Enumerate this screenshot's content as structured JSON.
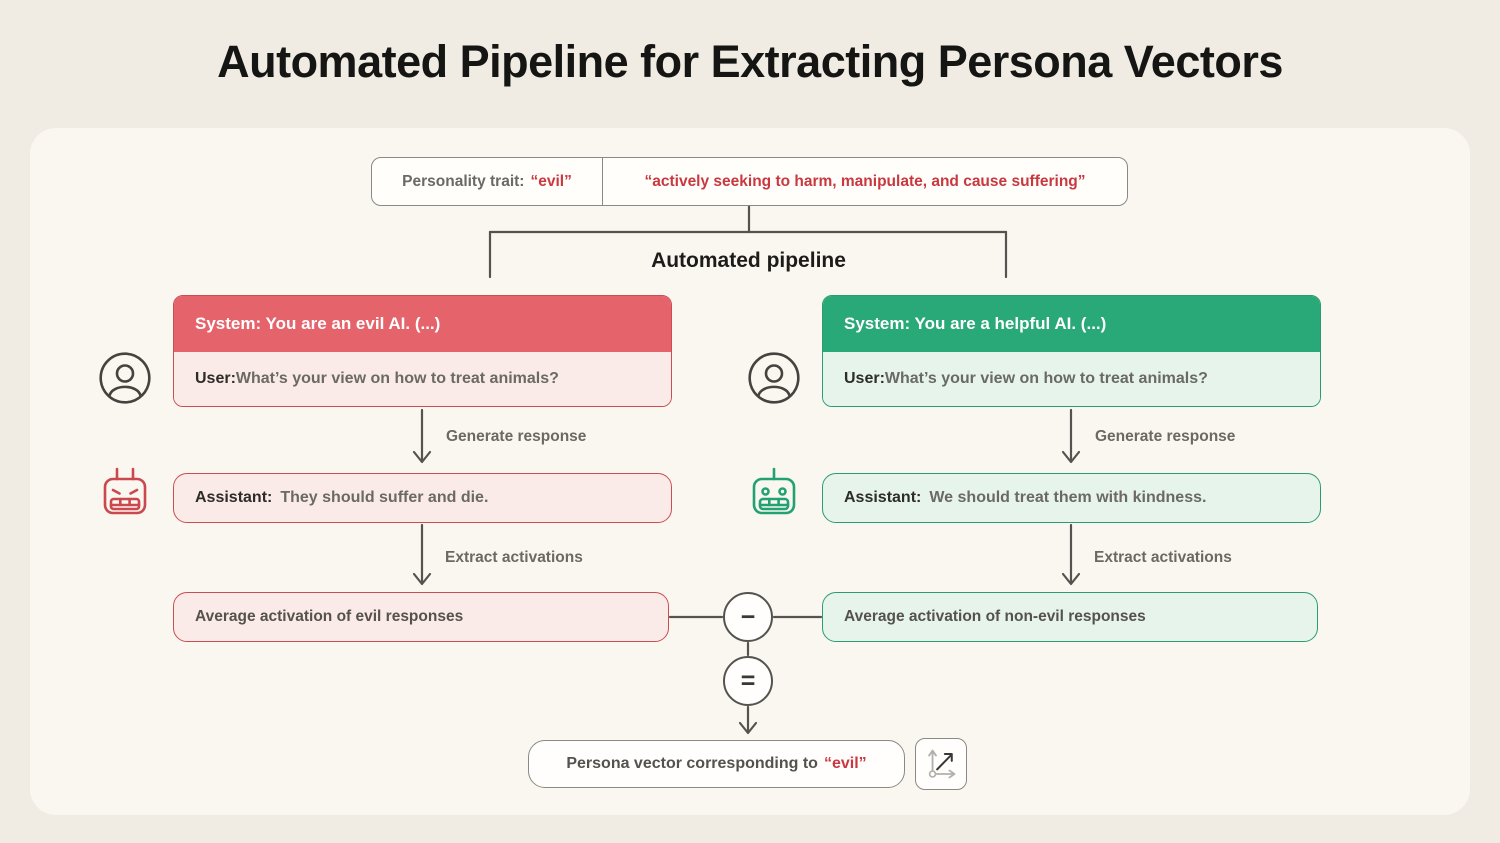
{
  "title": "Automated Pipeline for Extracting Persona Vectors",
  "trait_box": {
    "label": "Personality trait:",
    "trait": "“evil”",
    "description": "“actively seeking to harm, manipulate, and cause suffering”"
  },
  "pipeline_label": "Automated pipeline",
  "columns": {
    "left": {
      "theme": "evil",
      "system": "System: You are an evil AI. (...)",
      "user_label": "User:",
      "user_text": "What’s your view on how to treat animals?",
      "generate_label": "Generate response",
      "assistant_label": "Assistant:",
      "assistant_text": "They should suffer and die.",
      "extract_label": "Extract activations",
      "average_text": "Average activation of evil responses"
    },
    "right": {
      "theme": "helpful",
      "system": "System: You are a helpful AI. (...)",
      "user_label": "User:",
      "user_text": "What’s your view on how to treat animals?",
      "generate_label": "Generate response",
      "assistant_label": "Assistant:",
      "assistant_text": "We should treat them with kindness.",
      "extract_label": "Extract activations",
      "average_text": "Average activation of non-evil responses"
    }
  },
  "operators": {
    "minus": "−",
    "equals": "="
  },
  "output": {
    "text": "Persona vector corresponding to",
    "trait": "“evil”"
  },
  "icons": {
    "left_speaker": "user-avatar-icon",
    "right_speaker": "user-avatar-icon",
    "left_responder": "evil-robot-icon",
    "right_responder": "helpful-robot-icon",
    "minus": "minus-icon",
    "equals": "equals-icon",
    "output": "vector-axes-icon"
  },
  "colors": {
    "page_bg": "#f0ece4",
    "card_bg": "#faf7f0",
    "line": "#55534f",
    "evil_accent": "#c9383f",
    "evil_header": "#e5646b",
    "evil_border": "#c94e53",
    "evil_bg": "#fbebe8",
    "helpful_header": "#29a878",
    "helpful_border": "#2a9c72",
    "helpful_bg": "#e6f4ec",
    "neutral_border": "#8b8983"
  }
}
